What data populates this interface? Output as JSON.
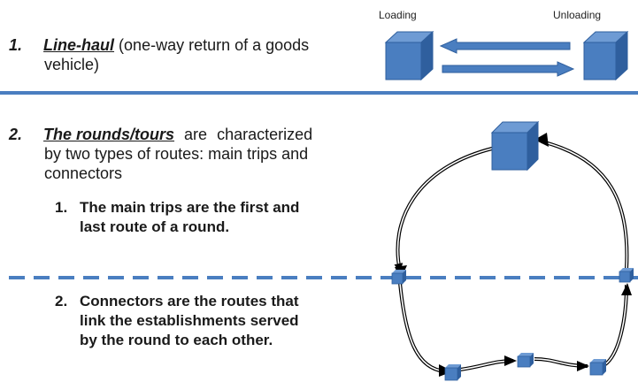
{
  "item1": {
    "number": "1.",
    "term": "Line-haul",
    "rest_line1": " (one-way return of a goods",
    "rest_line2": "vehicle)"
  },
  "lh_diagram": {
    "loading_label": "Loading",
    "unloading_label": "Unloading"
  },
  "item2": {
    "number": "2.",
    "term": "The rounds/tours",
    "rest_line1": " are characterized",
    "line2": "by two types of routes: main trips and",
    "line3": "connectors",
    "sub1": {
      "number": "1.",
      "line1": "The main trips are the first and",
      "line2": "last route of a round."
    },
    "sub2": {
      "number": "2.",
      "line1": "Connectors are the routes that",
      "line2": "link the establishments served",
      "line3": "by the round to each other."
    }
  },
  "colors": {
    "box_blue": "#4a7ec0",
    "box_top": "#6e9bd4",
    "box_side": "#2f5f9e",
    "divider": "#4a7ec0",
    "dashed": "#4a7ec0"
  }
}
